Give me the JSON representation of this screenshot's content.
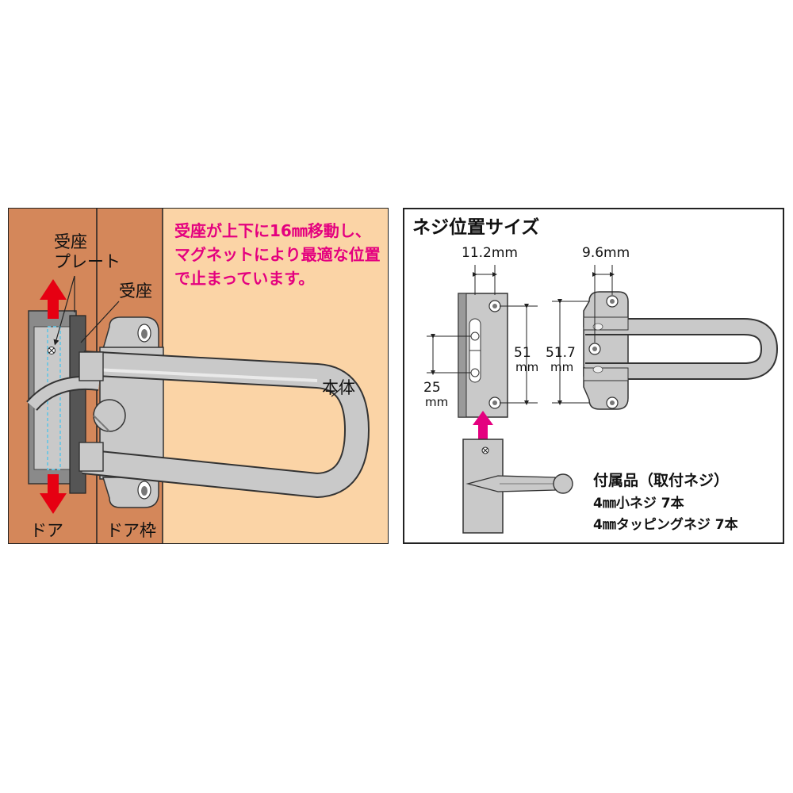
{
  "left": {
    "caption_lines": [
      "受座が上下に16㎜移動し、",
      "マグネットにより最適な位置",
      "で止まっています。"
    ],
    "label_ukeza_plate_1": "受座",
    "label_ukeza_plate_2": "プレート",
    "label_ukeza": "受座",
    "label_hontai": "本体",
    "label_door": "ドア",
    "label_door_frame": "ドア枠"
  },
  "right": {
    "title": "ネジ位置サイズ",
    "dim_11_2": "11.2mm",
    "dim_9_6": "9.6mm",
    "dim_51": "51",
    "dim_51_unit": "mm",
    "dim_51_7": "51.7",
    "dim_51_7_unit": "mm",
    "dim_25": "25",
    "dim_25_unit": "mm",
    "accessories_title": "付属品（取付ネジ）",
    "accessories_line1": "4㎜小ネジ 7本",
    "accessories_line2": "4㎜タッピングネジ 7本"
  },
  "colors": {
    "door": "#d4875a",
    "frame": "#fbd4a6",
    "metal": "#c9c9c9",
    "red_arrow": "#e60012",
    "pink_arrow": "#e4007f",
    "caption": "#e4007f"
  }
}
